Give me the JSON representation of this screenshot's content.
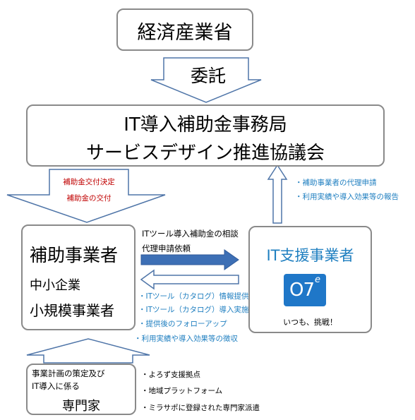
{
  "meti": "経済産業省",
  "entrust": "委託",
  "secretariat": {
    "line1": "IT導入補助金事務局",
    "line2": "サービスデザイン推進協議会"
  },
  "grant_decision": {
    "line1": "補助金交付決定",
    "line2": "補助金の交付"
  },
  "report_items": [
    "・補助事業者の代理申請",
    "・利用実績や導入効果等の報告"
  ],
  "recipient": {
    "title": "補助事業者",
    "line1": "中小企業",
    "line2": "小規模事業者"
  },
  "consult": {
    "line1": "ITツール導入補助金の相談",
    "line2": "代理申請依頼"
  },
  "provide_items": [
    "・ITツール（カタログ）情報提供",
    "・ITツール（カタログ）導入実施",
    "・提供後のフォローアップ",
    "・利用実績や導入効果等の徴収"
  ],
  "vendor": {
    "title": "IT支援事業者",
    "logo": "O7",
    "logo_sup": "e",
    "tagline": "いつも、挑戦！"
  },
  "expert": {
    "line1": "事業計画の策定及び",
    "line2": "IT導入に係る",
    "title": "専門家"
  },
  "expert_items": [
    "・よろず支援拠点",
    "・地域プラットフォーム",
    "・ミラサポに登録された専門家派遣"
  ],
  "colors": {
    "border": "#8a8a8a",
    "arrow_blue": "#3d6fb5",
    "arrow_outline": "#4f75a8",
    "text_blue": "#1f7fc0",
    "text_red": "#c00000",
    "logo_bg": "#1f77c8"
  }
}
